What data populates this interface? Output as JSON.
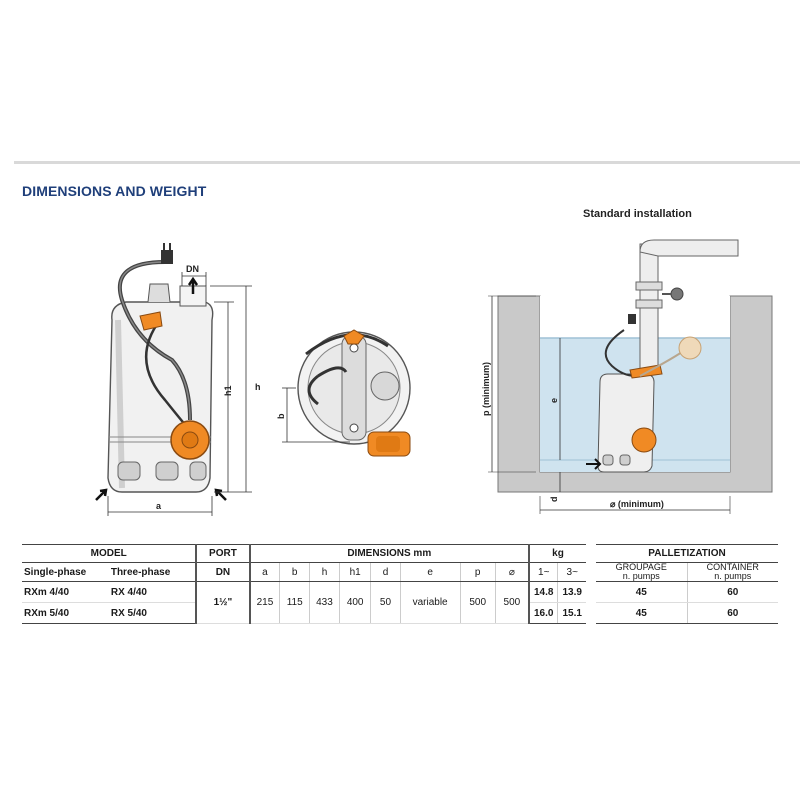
{
  "heading": "DIMENSIONS AND WEIGHT",
  "figure": {
    "caption": "Standard installation",
    "labels": {
      "dn": "DN",
      "h1": "h1",
      "h": "h",
      "a": "a",
      "b": "b",
      "p": "p (minimum)",
      "e": "e",
      "d": "d",
      "diam": "⌀ (minimum)"
    }
  },
  "colors": {
    "heading": "#1f3f7a",
    "orange": "#f08a24",
    "water": "#cfe3ef"
  },
  "table": {
    "group_headers": {
      "model": "MODEL",
      "port": "PORT",
      "dimensions": "DIMENSIONS mm",
      "kg": "kg"
    },
    "sub_headers": {
      "single": "Single-phase",
      "three": "Three-phase",
      "dn": "DN",
      "a": "a",
      "b": "b",
      "h": "h",
      "h1": "h1",
      "d": "d",
      "e": "e",
      "p": "p",
      "diam": "⌀",
      "kg1": "1~",
      "kg3": "3~"
    },
    "shared": {
      "dn": "1½\"",
      "a": "215",
      "b": "115",
      "h": "433",
      "h1": "400",
      "d": "50",
      "e": "variable",
      "p": "500",
      "diam": "500"
    },
    "rows": [
      {
        "single": "RXm 4/40",
        "three": "RX 4/40",
        "kg1": "14.8",
        "kg3": "13.9"
      },
      {
        "single": "RXm 5/40",
        "three": "RX 5/40",
        "kg1": "16.0",
        "kg3": "15.1"
      }
    ]
  },
  "palletization": {
    "header": "PALLETIZATION",
    "groupage": "GROUPAGE",
    "groupage_sub": "n. pumps",
    "container": "CONTAINER",
    "container_sub": "n. pumps",
    "rows": [
      {
        "groupage": "45",
        "container": "60"
      },
      {
        "groupage": "45",
        "container": "60"
      }
    ]
  }
}
